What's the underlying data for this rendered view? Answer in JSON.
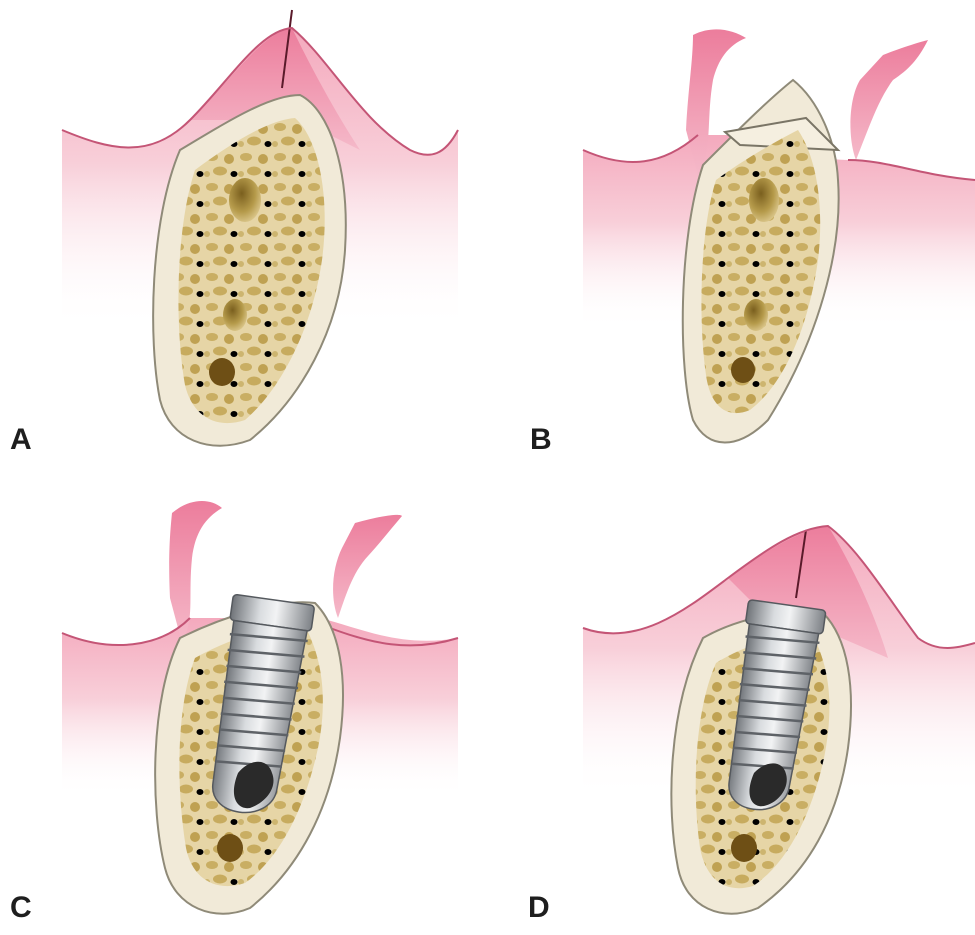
{
  "panels": [
    {
      "id": "A",
      "label": "A",
      "stage": "flap-closed-no-implant"
    },
    {
      "id": "B",
      "label": "B",
      "stage": "flap-reflected-bone-reduction"
    },
    {
      "id": "C",
      "label": "C",
      "stage": "implant-placed-flap-open"
    },
    {
      "id": "D",
      "label": "D",
      "stage": "implant-placed-flap-closed"
    }
  ],
  "colors": {
    "gingiva": "#e98fa6",
    "gingiva_dark": "#e06a8a",
    "cortical_bone": "#f1ead8",
    "cancellous_bone": "#e4d2a1",
    "marrow_space": "#b89a45",
    "implant": "#b9bcc0",
    "background": "#ffffff"
  }
}
